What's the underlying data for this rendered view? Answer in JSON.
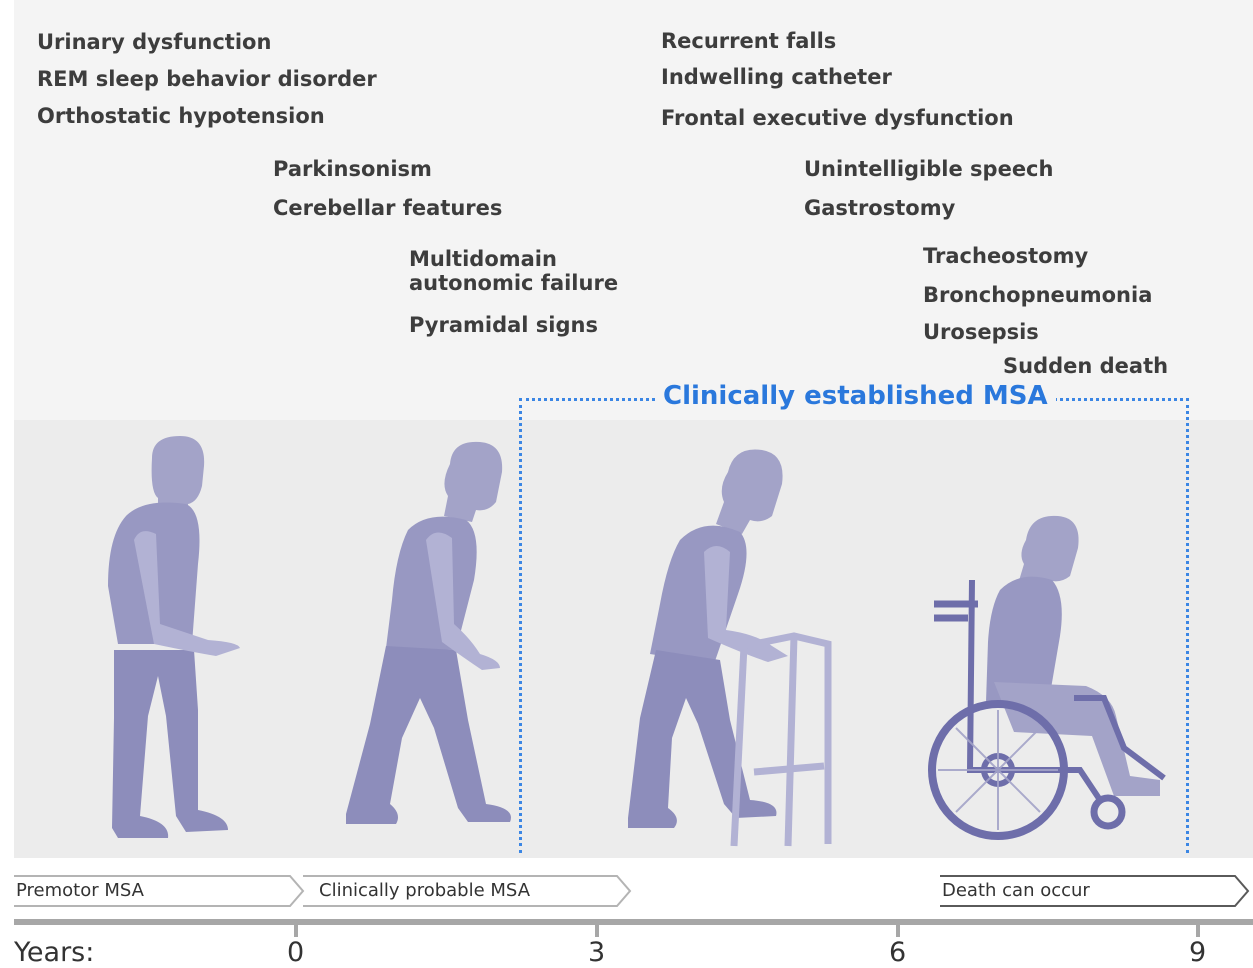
{
  "symptoms": {
    "group1": [
      "Urinary dysfunction",
      "REM sleep behavior disorder",
      "Orthostatic  hypotension"
    ],
    "group2": [
      "Parkinsonism",
      "Cerebellar  features"
    ],
    "group3": [
      "Multidomain autonomic failure",
      "Pyramidal  signs"
    ],
    "group4": [
      "Recurrent falls",
      "Indwelling  catheter",
      "Frontal  executive  dysfunction"
    ],
    "group5": [
      "Unintelligible  speech",
      "Gastrostomy"
    ],
    "group6": [
      "Tracheostomy",
      "Bronchopneumonia",
      "Urosepsis"
    ],
    "group7": [
      "Sudden death"
    ]
  },
  "established_label": "Clinically established MSA",
  "stages": {
    "premotor": "Premotor MSA",
    "probable": "Clinically probable MSA",
    "death": "Death can occur"
  },
  "axis": {
    "label": "Years:",
    "ticks": [
      "0",
      "3",
      "6",
      "9"
    ]
  },
  "colors": {
    "figure": "#a3a3c8",
    "figure_dark": "#8d8dbb",
    "wheelchair": "#6e6eaa",
    "established": "#2a78dc",
    "stage_arrow": "#b4b4b4",
    "death_arrow": "#5a5a5a"
  }
}
